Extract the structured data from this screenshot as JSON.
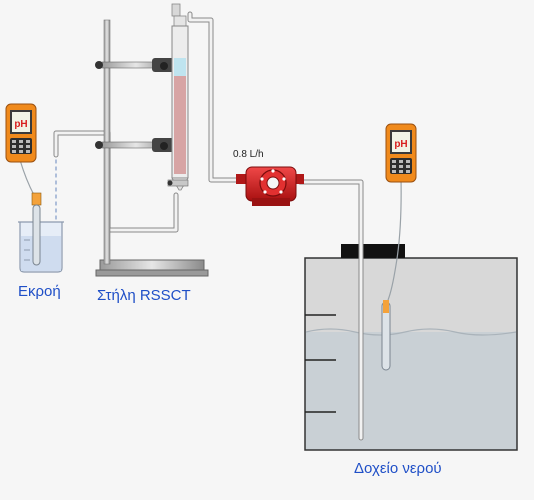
{
  "labels": {
    "effluent": "Εκροή",
    "column": "Στήλη RSSCT",
    "tank": "Δοχείο νερού"
  },
  "pump": {
    "flow_rate": "0.8 L/h"
  },
  "meters": {
    "left_display": "pH",
    "right_display": "pH"
  },
  "colors": {
    "label_text": "#1f4fc7",
    "meter_body": "#f08a1c",
    "meter_screen": "#f1f3e6",
    "pump_body": "#d81e1e",
    "column_media": "#d7a4a4",
    "tank_water": "#c7cfd4",
    "tank_air": "#dcdcdc"
  }
}
